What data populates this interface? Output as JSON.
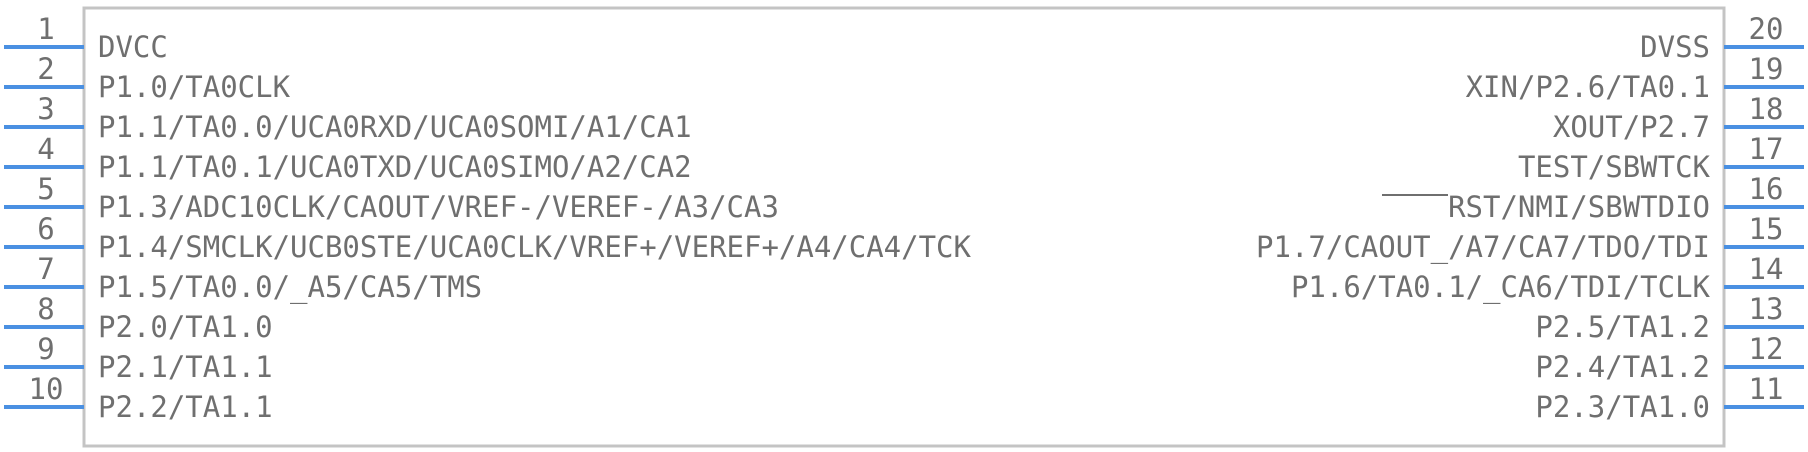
{
  "colors": {
    "pin_line": "#4a90e2",
    "body_outline": "#c4c4c4",
    "text": "#6f6f6f"
  },
  "left_pins": [
    {
      "number": "1",
      "name": "DVCC"
    },
    {
      "number": "2",
      "name": "P1.0/TA0CLK"
    },
    {
      "number": "3",
      "name": "P1.1/TA0.0/UCA0RXD/UCA0SOMI/A1/CA1"
    },
    {
      "number": "4",
      "name": "P1.1/TA0.1/UCA0TXD/UCA0SIMO/A2/CA2"
    },
    {
      "number": "5",
      "name": "P1.3/ADC10CLK/CAOUT/VREF-/VEREF-/A3/CA3"
    },
    {
      "number": "6",
      "name": "P1.4/SMCLK/UCB0STE/UCA0CLK/VREF+/VEREF+/A4/CA4/TCK"
    },
    {
      "number": "7",
      "name": "P1.5/TA0.0/_A5/CA5/TMS"
    },
    {
      "number": "8",
      "name": "P2.0/TA1.0"
    },
    {
      "number": "9",
      "name": "P2.1/TA1.1"
    },
    {
      "number": "10",
      "name": "P2.2/TA1.1"
    }
  ],
  "right_pins": [
    {
      "number": "20",
      "name": "DVSS"
    },
    {
      "number": "19",
      "name": "XIN/P2.6/TA0.1"
    },
    {
      "number": "18",
      "name": "XOUT/P2.7"
    },
    {
      "number": "17",
      "name": "TEST/SBWTCK"
    },
    {
      "number": "16",
      "name": "RST/NMI/SBWTDIO"
    },
    {
      "number": "15",
      "name": "P1.7/CAOUT_/A7/CA7/TDO/TDI"
    },
    {
      "number": "14",
      "name": "P1.6/TA0.1/_CA6/TDI/TCLK"
    },
    {
      "number": "13",
      "name": "P2.5/TA1.2"
    },
    {
      "number": "12",
      "name": "P2.4/TA1.2"
    },
    {
      "number": "11",
      "name": "P2.3/TA1.0"
    }
  ]
}
